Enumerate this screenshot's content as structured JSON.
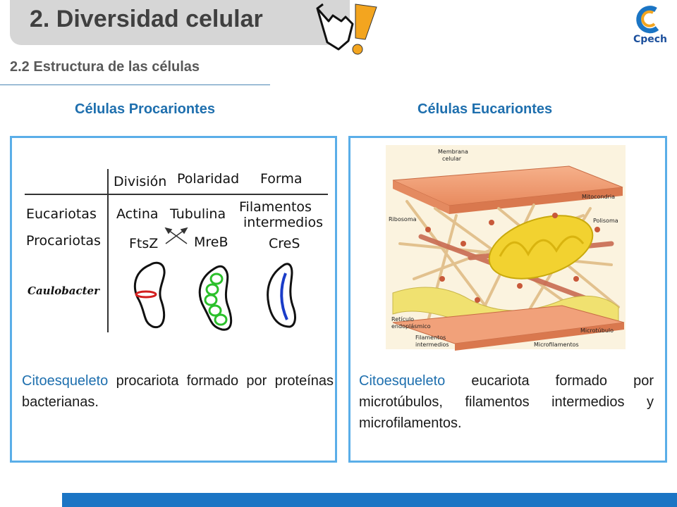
{
  "header": {
    "title": "2. Diversidad celular",
    "subtitle": "2.2 Estructura de las células",
    "logo_text": "Cpech"
  },
  "columns": {
    "left_heading": "Células Procariontes",
    "right_heading": "Células Eucariontes"
  },
  "procariota_figure": {
    "col_headers": [
      "División",
      "Polaridad",
      "Forma"
    ],
    "rows": [
      {
        "label": "Eucariotas",
        "cells": [
          "Actina",
          "Tubulina",
          "Filamentos",
          "intermedios"
        ]
      },
      {
        "label": "Procariotas",
        "cells": [
          "FtsZ",
          "MreB",
          "CreS"
        ]
      }
    ],
    "organism": "Caulobacter"
  },
  "eucariota_figure": {
    "labels": {
      "membrana_1": "Membrana",
      "membrana_2": "celular",
      "mitocondria": "Mitocondria",
      "ribosoma": "Ribosoma",
      "polisoma": "Polisoma",
      "reticulo_1": "Retículo",
      "reticulo_2": "endoplásmico",
      "filamentos_1": "Filamentos",
      "filamentos_2": "intermedios",
      "microtubulo": "Microtúbulo",
      "microfilamentos": "Microfilamentos"
    }
  },
  "left_desc": {
    "keyword": "Citoesqueleto",
    "rest": " procariota formado por proteínas bacterianas."
  },
  "right_desc": {
    "keyword": "Citoesqueleto",
    "rest": " eucariota formado por microtúbulos, filamentos intermedios y microfilamentos."
  },
  "colors": {
    "accent_blue": "#1e6fae",
    "box_border": "#5aaee8",
    "bottom_bar": "#1b75c4",
    "title_bg": "#d6d6d6"
  }
}
